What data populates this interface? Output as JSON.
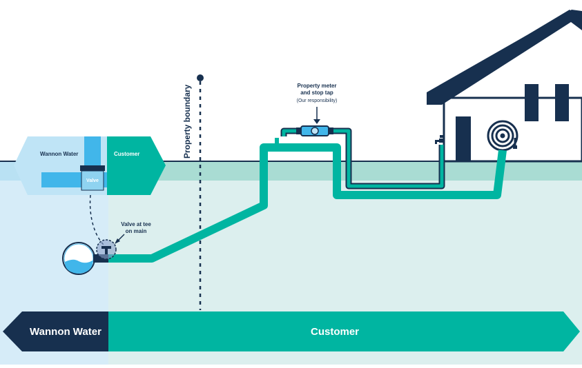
{
  "labels": {
    "property_boundary": "Property boundary",
    "meter_line1": "Property meter",
    "meter_line2": "and stop tap",
    "meter_sub": "(Our responsibility)",
    "valve_tee_line1": "Valve at tee",
    "valve_tee_line2": "on main",
    "inset_left": "Wannon Water",
    "inset_right": "Customer",
    "inset_valve": "Valve",
    "bar_left": "Wannon Water",
    "bar_right": "Customer"
  },
  "colors": {
    "navy": "#17304f",
    "teal": "#00b5a1",
    "light_blue": "#bfe4f6",
    "pipe_blue": "#41b6ea",
    "ground_light_blue": "#d9eef8",
    "ground_teal_light": "#dff0ee",
    "soil_band": "#a9dcd3"
  },
  "icons": {
    "house": "house-icon",
    "hose_reel": "hose-reel-icon",
    "tap": "tap-icon",
    "meter": "water-meter-icon",
    "main": "water-main-icon"
  }
}
